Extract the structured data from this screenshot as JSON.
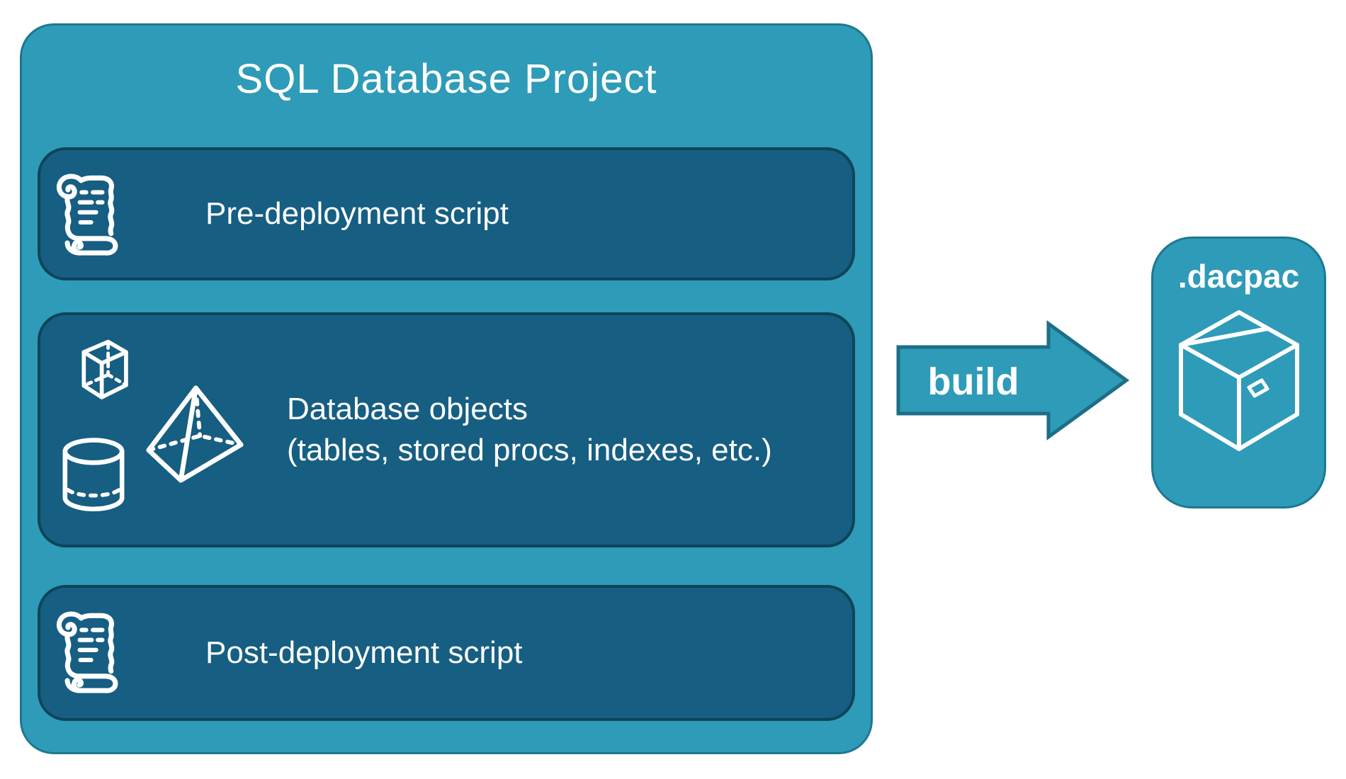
{
  "colors": {
    "background": "#ffffff",
    "teal": "#2e9bb8",
    "teal_border": "#1d7890",
    "row_fill": "#165e82",
    "row_border": "#0e4459",
    "arrow_border": "#1d6e87",
    "text": "#ffffff"
  },
  "project": {
    "title": "SQL Database Project",
    "rows": [
      {
        "icon": "scroll-icon",
        "label": "Pre-deployment script"
      },
      {
        "icon": "database-shapes-icon",
        "label": "Database objects",
        "sublabel": "(tables, stored procs, indexes, etc.)"
      },
      {
        "icon": "scroll-icon",
        "label": "Post-deployment script"
      }
    ]
  },
  "arrow": {
    "label": "build"
  },
  "artifact": {
    "label": ".dacpac",
    "icon": "package-icon"
  }
}
